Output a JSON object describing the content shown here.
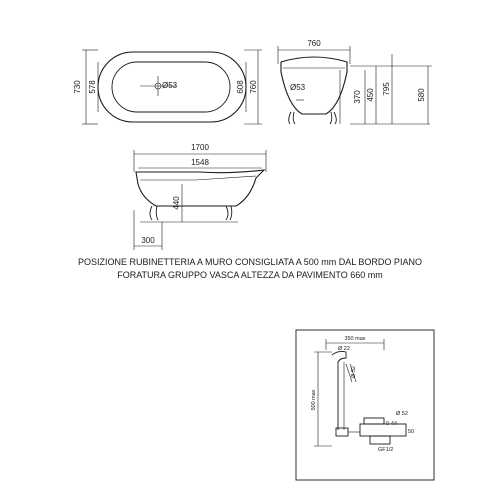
{
  "top_view": {
    "width_outer": "730",
    "width_inner": "578",
    "length_inner": "608",
    "length_outer": "760",
    "drain_dia": "Ø53"
  },
  "end_view": {
    "width": "760",
    "drain_dia": "Ø53",
    "h_370": "370",
    "h_450": "450",
    "h_795": "795",
    "h_580": "580"
  },
  "side_view": {
    "length_outer": "1700",
    "length_inner": "1548",
    "height_440": "440",
    "offset_300": "300"
  },
  "notes": {
    "line1": "POSIZIONE RUBINETTERIA A MURO CONSIGLIATA A 500 mm DAL BORDO PIANO",
    "line2": "FORATURA GRUPPO VASCA ALTEZZA DA PAVIMENTO 660 mm"
  },
  "detail": {
    "dim_350": "350 max",
    "dim_500": "500 max",
    "dia_22": "Ø 22",
    "dia_52_vert": "Ø 52",
    "dia_52": "Ø 52",
    "range": "0-44",
    "gf": "GF1/2",
    "dim_50": "50"
  }
}
